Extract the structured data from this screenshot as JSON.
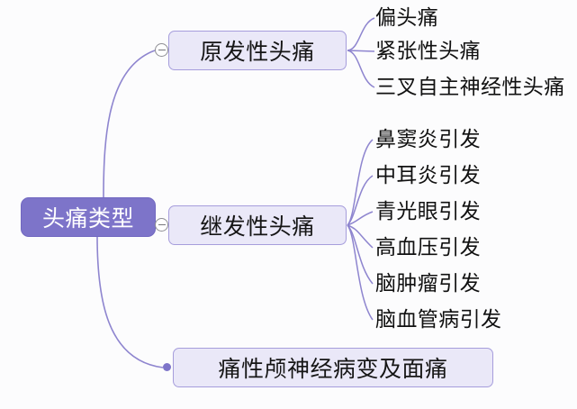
{
  "canvas": {
    "background": "#fcfcfd",
    "accent": "#7d74c9",
    "branch_fill": "#eae8f8",
    "branch_border": "#a69ddc",
    "edge_color": "#8e85cf",
    "text_color": "#111111",
    "root_text_color": "#ffffff"
  },
  "root": {
    "label": "头痛类型",
    "collapse_state": "expanded"
  },
  "branches": [
    {
      "id": "primary",
      "label": "原发性头痛",
      "toggle_icon": "minus-circle-icon",
      "collapse_state": "expanded",
      "children": [
        {
          "label": "偏头痛"
        },
        {
          "label": "紧张性头痛"
        },
        {
          "label": "三叉自主神经性头痛"
        }
      ]
    },
    {
      "id": "secondary",
      "label": "继发性头痛",
      "toggle_icon": "minus-circle-icon",
      "collapse_state": "expanded",
      "children": [
        {
          "label": "鼻窦炎引发"
        },
        {
          "label": "中耳炎引发"
        },
        {
          "label": "青光眼引发"
        },
        {
          "label": "高血压引发"
        },
        {
          "label": "脑肿瘤引发"
        },
        {
          "label": "脑血管病引发"
        }
      ]
    },
    {
      "id": "cranial",
      "label": "痛性颅神经病变及面痛",
      "toggle_icon": "bullet-dot-icon",
      "collapse_state": "leaf",
      "children": []
    }
  ]
}
